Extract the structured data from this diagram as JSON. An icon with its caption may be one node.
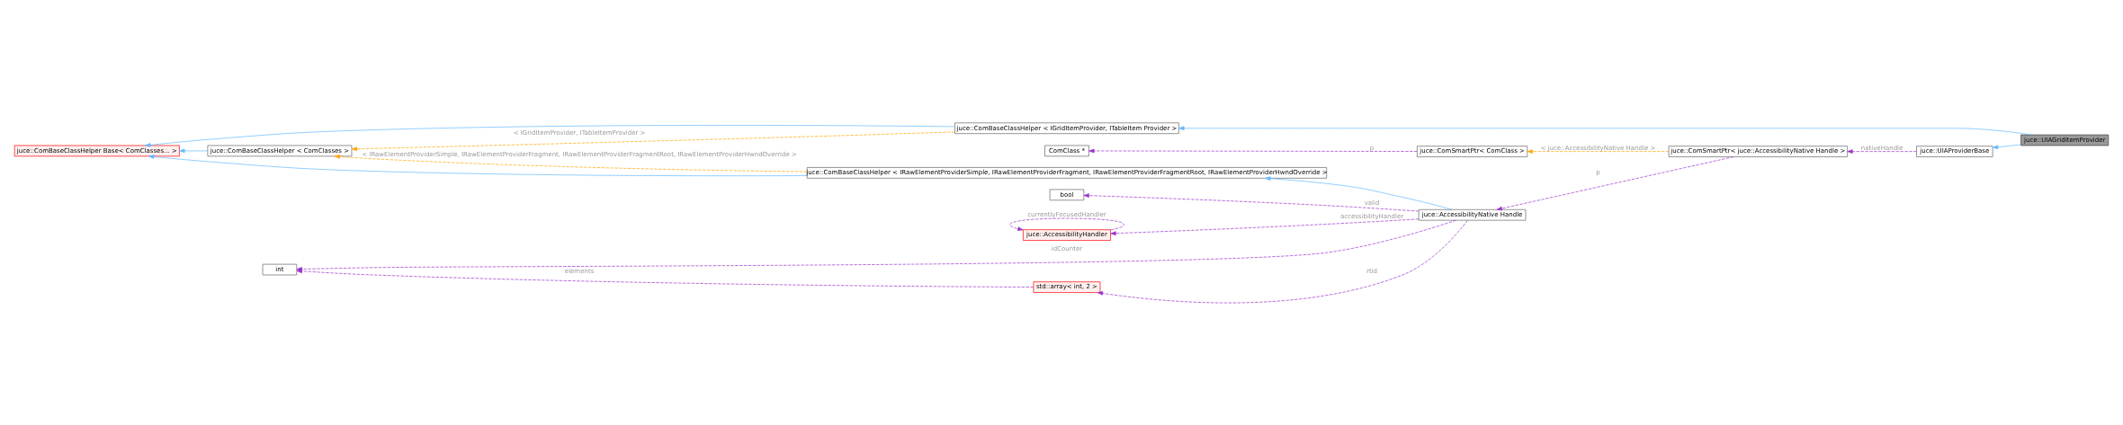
{
  "diagram": {
    "nodes": [
      {
        "text": [
          "juce::ComBaseClassHelper Base< ComClasses... >"
        ]
      },
      {
        "text": [
          "juce::ComBaseClassHelper < ComClasses >"
        ]
      },
      {
        "text": [
          "juce::ComBaseClassHelper < IGridItemProvider, ITableItem Provider >"
        ]
      },
      {
        "text": [
          "ComClass *"
        ]
      },
      {
        "text": [
          "juce::ComSmartPtr< ComClass >"
        ]
      },
      {
        "text": [
          "juce::ComSmartPtr< juce::AccessibilityNative Handle >"
        ]
      },
      {
        "text": [
          "juce::UIAProviderBase"
        ]
      },
      {
        "text": [
          "juce::UIAGridItemProvider"
        ]
      },
      {
        "text": [
          "juce::ComBaseClassHelper < IRawElementProviderSimple, IRawElementProviderFragment, IRawElementProviderFragmentRoot, IRawElementProviderHwndOverride >"
        ]
      },
      {
        "text": [
          "bool"
        ]
      },
      {
        "text": [
          "juce::AccessibilityHandler"
        ]
      },
      {
        "text": [
          "juce::AccessibilityNative Handle"
        ]
      },
      {
        "text": [
          "int"
        ]
      },
      {
        "text": [
          "std::array< int, 2 >"
        ]
      }
    ],
    "edges": [
      {
        "from": 2,
        "to": 0,
        "arrow": "to",
        "color": "#63b8ff"
      },
      {
        "from": 1,
        "to": 0,
        "arrow": "to",
        "color": "#63b8ff"
      },
      {
        "from": 8,
        "to": 0,
        "arrow": "to",
        "color": "#63b8ff"
      },
      {
        "from": 2,
        "to": 1,
        "arrow": "to",
        "label": "< IGridItemProvider, ITableItemProvider >",
        "style": "dashed",
        "color": "#ffa500"
      },
      {
        "from": 8,
        "to": 1,
        "arrow": "to",
        "label": "< IRawElementProviderSimple, IRawElementProviderFragment, IRawElementProviderFragmentRoot, IRawElementProviderHwndOverride >",
        "style": "dashed",
        "color": "#ffa500"
      },
      {
        "from": 7,
        "to": 2,
        "arrow": "to",
        "color": "#63b8ff"
      },
      {
        "from": 7,
        "to": 6,
        "arrow": "to",
        "color": "#63b8ff"
      },
      {
        "from": 6,
        "to": 5,
        "arrow": "to",
        "label": "nativeHandle",
        "style": "dashed",
        "color": "#9a32cd"
      },
      {
        "from": 5,
        "to": 4,
        "arrow": "to",
        "label": "< juce::AccessibilityNative Handle >",
        "style": "dashed",
        "color": "#ffa500"
      },
      {
        "from": 4,
        "to": 3,
        "arrow": "to",
        "label": "p",
        "style": "dashed",
        "color": "#9a32cd"
      },
      {
        "from": 5,
        "to": 11,
        "arrow": "to",
        "label": "p",
        "style": "dashed",
        "color": "#9a32cd"
      },
      {
        "from": 11,
        "to": 8,
        "arrow": "to",
        "color": "#63b8ff"
      },
      {
        "from": 11,
        "to": 9,
        "arrow": "to",
        "label": "valid",
        "style": "dashed",
        "color": "#9a32cd"
      },
      {
        "from": 11,
        "to": 10,
        "arrow": "to",
        "label": "accessibilityHandler",
        "style": "dashed",
        "color": "#9a32cd"
      },
      {
        "from": 10,
        "to": 10,
        "arrow": "to",
        "label": "currentlyFocusedHandler",
        "style": "dashed",
        "color": "#9a32cd"
      },
      {
        "from": 11,
        "to": 12,
        "arrow": "to",
        "label": "idCounter",
        "style": "dashed",
        "color": "#9a32cd"
      },
      {
        "from": 11,
        "to": 13,
        "arrow": "to",
        "label": "rtid",
        "style": "dashed",
        "color": "#9a32cd"
      },
      {
        "from": 13,
        "to": 12,
        "arrow": "to",
        "label": "elements",
        "style": "dashed",
        "color": "#9a32cd"
      }
    ]
  }
}
